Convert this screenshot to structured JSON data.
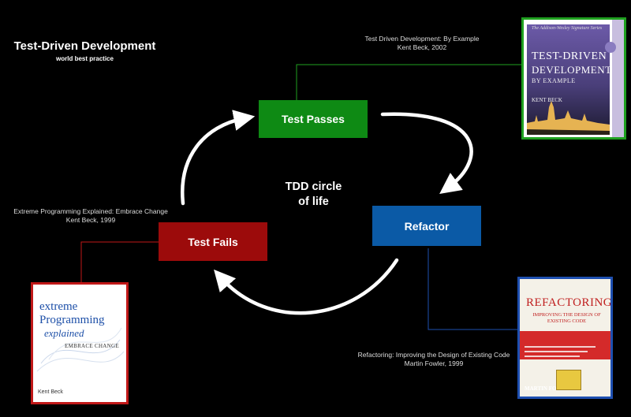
{
  "header": {
    "title": "Test-Driven Development",
    "subtitle": "world best practice"
  },
  "cycle": {
    "center_label_line1": "TDD circle",
    "center_label_line2": "of life",
    "steps": [
      {
        "label": "Test Passes",
        "color": "#0e8a14"
      },
      {
        "label": "Refactor",
        "color": "#0b5aa6"
      },
      {
        "label": "Test Fails",
        "color": "#9c0b0b"
      }
    ]
  },
  "books": {
    "tdd": {
      "caption_title": "Test Driven Development: By Example",
      "caption_meta": "Kent Beck, 2002",
      "cover_series": "The Addison-Wesley Signature Series",
      "cover_title_1": "TEST-DRIVEN",
      "cover_title_2": "DEVELOPMENT",
      "cover_subtitle": "BY EXAMPLE",
      "cover_author": "KENT BECK",
      "border_color": "#1fa01f"
    },
    "xp": {
      "caption_title": "Extreme Programming Explained: Embrace Change",
      "caption_meta": "Kent Beck, 1999",
      "cover_line_1": "extreme",
      "cover_line_2": "Programming",
      "cover_line_3": "explained",
      "cover_subtitle": "EMBRACE CHANGE",
      "cover_author": "Kent Beck",
      "border_color": "#c01818"
    },
    "refactoring": {
      "caption_title": "Refactoring: Improving the Design of Existing Code",
      "caption_meta": "Martin Fowler, 1999",
      "cover_title": "REFACTORING",
      "cover_subtitle": "IMPROVING THE DESIGN OF EXISTING CODE",
      "cover_author": "MARTIN FOWLER",
      "border_color": "#1e4fb0"
    }
  }
}
